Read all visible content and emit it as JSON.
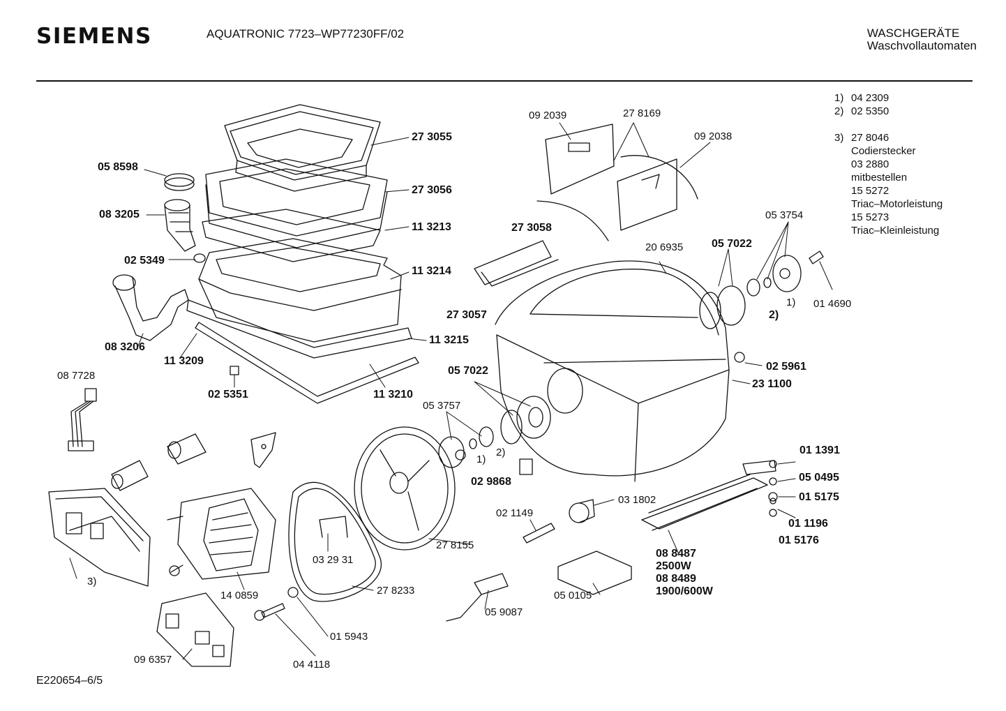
{
  "header": {
    "brand": "SIEMENS",
    "model": "AQUATRONIC 7723–WP77230FF/02",
    "category_line1": "WASCHGERÄTE",
    "category_line2": "Waschvollautomaten"
  },
  "notes": [
    {
      "num": "1)",
      "text": "04 2309"
    },
    {
      "num": "2)",
      "text": "02 5350"
    },
    {
      "num": "3)",
      "text": "27 8046"
    }
  ],
  "notes_sub": [
    "Codierstecker",
    "03 2880",
    "mitbestellen",
    "15 5272",
    "Triac–Motorleistung",
    "15 5273",
    "Triac–Kleinleistung"
  ],
  "labels": {
    "p273055": "27 3055",
    "p058598": "05 8598",
    "p273056": "27 3056",
    "p083205": "08 3205",
    "p113213": "11 3213",
    "p025349": "02 5349",
    "p113214": "11 3214",
    "p083206": "08 3206",
    "p113209": "11 3209",
    "p113215": "11 3215",
    "p087728": "08 7728",
    "p025351": "02 5351",
    "p113210": "11 3210",
    "p092039": "09 2039",
    "p278169": "27 8169",
    "p092038": "09 2038",
    "p273058": "27 3058",
    "p273057": "27 3057",
    "p206935": "20 6935",
    "p057022a": "05 7022",
    "p053754": "05 3754",
    "p014690": "01 4690",
    "n1a": "1)",
    "n2a": "2)",
    "p025961": "02 5961",
    "p231100": "23 1100",
    "p057022b": "05 7022",
    "p053757": "05 3757",
    "n1b": "1)",
    "n2b": "2)",
    "p029868": "02 9868",
    "p011391": "01 1391",
    "p050495": "05 0495",
    "p015175": "01 5175",
    "p011196": "01 1196",
    "p015176": "01 5176",
    "p031802": "03 1802",
    "p021149": "02 1149",
    "p278155": "27 8155",
    "p032931": "03 29 31",
    "p088487": "08 8487",
    "w2500": "2500W",
    "p088489": "08 8489",
    "w1900": "1900/600W",
    "n3": "3)",
    "p140859": "14 0859",
    "p278233": "27 8233",
    "p050105": "05 0105",
    "p059087": "05 9087",
    "p015943": "01 5943",
    "p096357": "09 6357",
    "p044118": "04 4118"
  },
  "footer": {
    "doc_number": "E220654–6/5"
  }
}
